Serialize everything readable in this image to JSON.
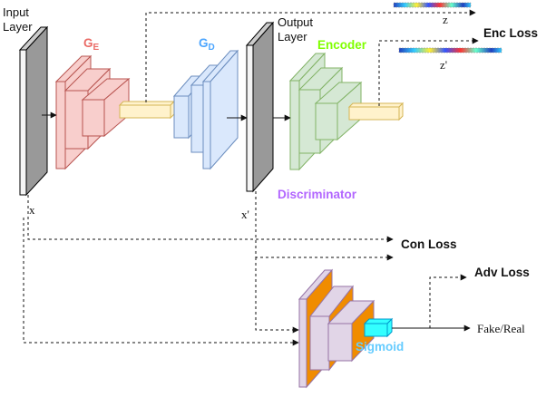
{
  "labels": {
    "input_layer_line1": "Input",
    "input_layer_line2": "Layer",
    "ge_main": "G",
    "ge_sub": "E",
    "gd_main": "G",
    "gd_sub": "D",
    "output_layer_line1": "Output",
    "output_layer_line2": "Layer",
    "encoder": "Encoder",
    "discriminator": "Discriminator",
    "sigmoid": "Sigmoid",
    "x": "x",
    "x_prime": "x'",
    "z": "z",
    "z_prime": "z'",
    "enc_loss": "Enc Loss",
    "con_loss": "Con Loss",
    "adv_loss": "Adv Loss",
    "fake_real": "Fake/Real"
  },
  "colors": {
    "ge_fill": "#f8cecc",
    "ge_stroke": "#b85450",
    "ge_label": "#ea6b66",
    "gd_fill": "#dae8fc",
    "gd_stroke": "#6c8ebf",
    "gd_label": "#4da6ff",
    "encoder_fill": "#d5e8d4",
    "encoder_stroke": "#82b366",
    "encoder_label": "#80ff00",
    "latent_fill": "#fff2cc",
    "latent_stroke": "#d6b656",
    "discriminator_label": "#b266ff",
    "disc_side": "#e1d5e7",
    "disc_orange": "#f08c00",
    "disc_stroke": "#9673a6",
    "sigmoid_fill": "#33ffff",
    "sigmoid_label": "#66ccff",
    "layer_fill": "#f5f5f5",
    "layer_stroke": "#000000"
  }
}
